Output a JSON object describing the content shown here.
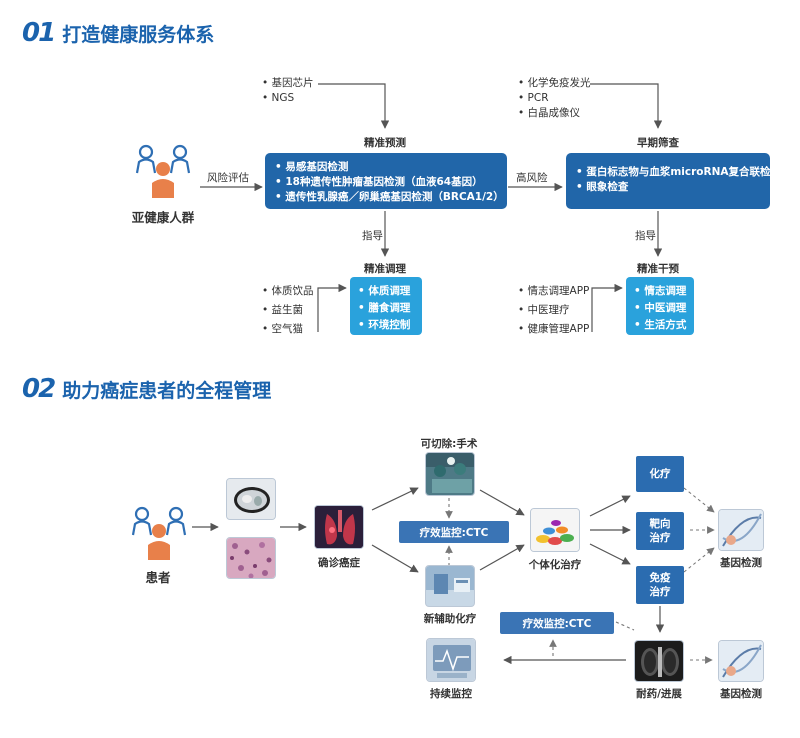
{
  "section1": {
    "number": "01",
    "title": "打造健康服务体系",
    "person_label": "亚健康人群",
    "risk_label": "风险评估",
    "high_risk_label": "高风险",
    "top_left_bullets": [
      "• 基因芯片",
      "• NGS"
    ],
    "top_right_bullets": [
      "• 化学免疫发光",
      "• PCR",
      "• 白晶成像仪"
    ],
    "precise_prediction": {
      "heading": "精准预测",
      "items": [
        "• 易感基因检测",
        "• 18种遗传性肿瘤基因检测（血液64基因）",
        "• 遗传性乳腺癌／卵巢癌基因检测（BRCA1/2）"
      ]
    },
    "early_screening": {
      "heading": "早期筛查",
      "items": [
        "• 蛋白标志物与血浆microRNA复合联检",
        "• 眼象检查"
      ]
    },
    "guide_left": "指导",
    "guide_right": "指导",
    "precise_conditioning": {
      "heading": "精准调理",
      "side": [
        "• 体质饮品",
        "• 益生菌",
        "• 空气猫"
      ],
      "items": [
        "• 体质调理",
        "• 膳食调理",
        "• 环境控制"
      ]
    },
    "precise_intervention": {
      "heading": "精准干预",
      "side": [
        "• 情志调理APP",
        "• 中医理疗",
        "• 健康管理APP"
      ],
      "items": [
        "• 情志调理",
        "• 中医调理",
        "• 生活方式"
      ]
    }
  },
  "section2": {
    "number": "02",
    "title": "助力癌症患者的全程管理",
    "patient_label": "患者",
    "diagnose_label": "确诊癌症",
    "surgery_label": "可切除:手术",
    "neoadjuvant_label": "新辅助化疗",
    "ctc_monitor_1": "疗效监控:CTC",
    "ctc_monitor_2": "疗效监控:CTC",
    "personalized_label": "个体化治疗",
    "chemo_box": "化疗",
    "targeted_box": "靶向\n治疗",
    "immuno_box": "免疫\n治疗",
    "gene_test_1": "基因检测",
    "gene_test_2": "基因检测",
    "resistance_label": "耐药/进展",
    "continuous_monitor": "持续监控"
  },
  "colors": {
    "title_blue": "#1b63ad",
    "box_blue": "#2166a9",
    "box_cyan": "#2aa2dc",
    "person_orange": "#e8804a",
    "person_outline": "#2f6fb4"
  }
}
